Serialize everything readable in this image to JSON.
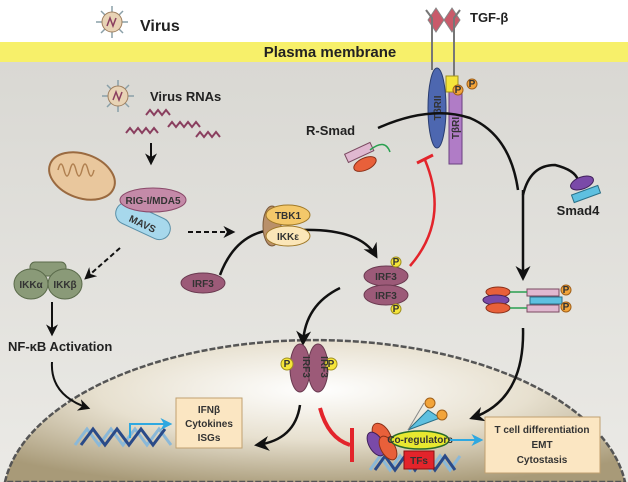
{
  "labels": {
    "virus": "Virus",
    "plasma_membrane": "Plasma membrane",
    "tgf_beta": "TGF-β",
    "tbrii": "TβRII",
    "tbri": "TβRI",
    "virus_rnas": "Virus RNAs",
    "rig_mda5": "RIG-I/MDA5",
    "mavs": "MAVS",
    "tbk1": "TBK1",
    "ikke": "IKKε",
    "irf3": "IRF3",
    "ikka": "IKKα",
    "ikkb": "IKKβ",
    "r_smad": "R-Smad",
    "smad4": "Smad4",
    "nfkb": "NF-κB Activation",
    "p": "P",
    "coregulators": "Co-regulators",
    "tfs": "TFs"
  },
  "output_left": [
    "IFNβ",
    "Cytokines",
    "ISGs"
  ],
  "output_right": [
    "T cell differentiation",
    "EMT",
    "Cytostasis"
  ],
  "colors": {
    "membrane": "#f7f06a",
    "cytoplasm": "#e2e1dc",
    "nucleus": "#b8ab8c",
    "inhibition": "#e3242b",
    "irf3": "#9c5a78",
    "tbrii": "#4d67b0",
    "tbri": "#b07cc6",
    "phospho": "#f5e53a",
    "transcription": "#2fa8e0"
  }
}
